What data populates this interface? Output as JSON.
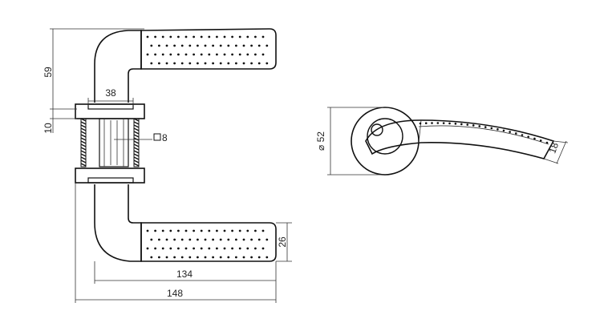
{
  "dimensions": {
    "height_top": "59",
    "rose_thickness": "10",
    "rose_inner_width": "38",
    "square_spindle": "8",
    "lever_height": "26",
    "lever_length": "134",
    "overall_length": "148",
    "rose_diameter": "⌀ 52",
    "lever_tip_height": "18"
  },
  "icons": {
    "spindle_symbol": "square-icon"
  }
}
